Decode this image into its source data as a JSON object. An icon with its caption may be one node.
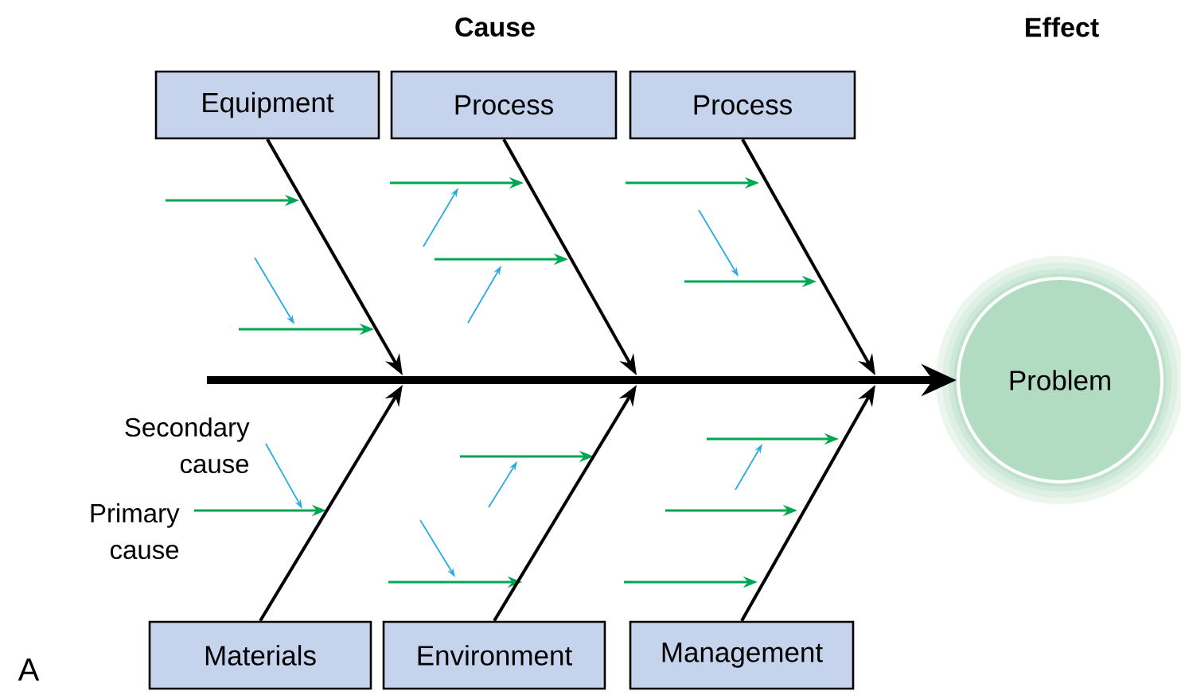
{
  "diagram": {
    "nodes": [
      {
        "text": [
          "Equipment"
        ]
      },
      {
        "text": [
          "Process"
        ]
      },
      {
        "text": [
          "Process"
        ]
      },
      {
        "text": [
          "Materials"
        ]
      },
      {
        "text": [
          "Environment"
        ]
      },
      {
        "text": [
          "Management"
        ]
      },
      {
        "text": [
          "Problem"
        ]
      }
    ],
    "edges": [
      {
        "from": 0,
        "to": null,
        "arrow": "to"
      },
      {
        "from": 1,
        "to": null,
        "arrow": "to"
      },
      {
        "from": 2,
        "to": null,
        "arrow": "to"
      },
      {
        "from": 3,
        "to": null,
        "arrow": "to"
      },
      {
        "from": 4,
        "to": null,
        "arrow": "to"
      },
      {
        "from": 5,
        "to": null,
        "arrow": "to"
      },
      {
        "from": null,
        "to": 6,
        "arrow": "to",
        "style": "thick"
      }
    ],
    "labels": [
      "Cause",
      "Effect",
      "Secondary cause",
      "Primary cause",
      "A"
    ]
  }
}
